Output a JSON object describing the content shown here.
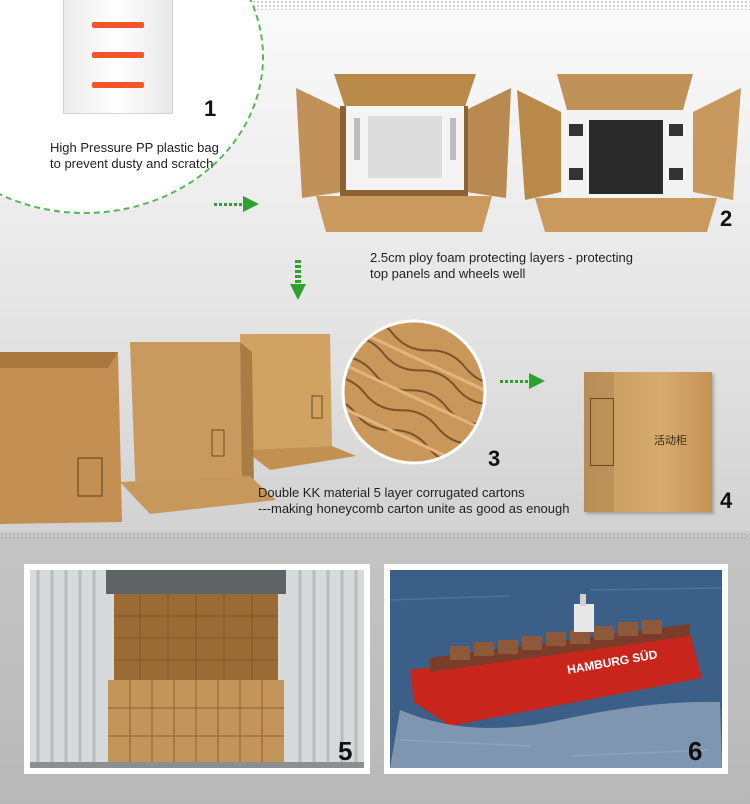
{
  "steps": [
    {
      "number": "1",
      "caption": [
        "High Pressure PP plastic bag",
        "to prevent dusty and scratch"
      ]
    },
    {
      "number": "2",
      "caption": [
        "2.5cm ploy foam protecting layers - protecting",
        "top panels and wheels well"
      ]
    },
    {
      "number": "3",
      "caption": [
        "Double KK material 5 layer corrugated cartons",
        "---making honeycomb carton unite as good as enough"
      ]
    },
    {
      "number": "4",
      "carton_label": "活动柜"
    },
    {
      "number": "5"
    },
    {
      "number": "6",
      "ship_name": "HAMBURG SÜD"
    }
  ],
  "colors": {
    "accent_green": "#2ea12e",
    "cardboard": "#c99a5e",
    "ship_hull": "#c8261d",
    "sea": "#3b5f86"
  }
}
